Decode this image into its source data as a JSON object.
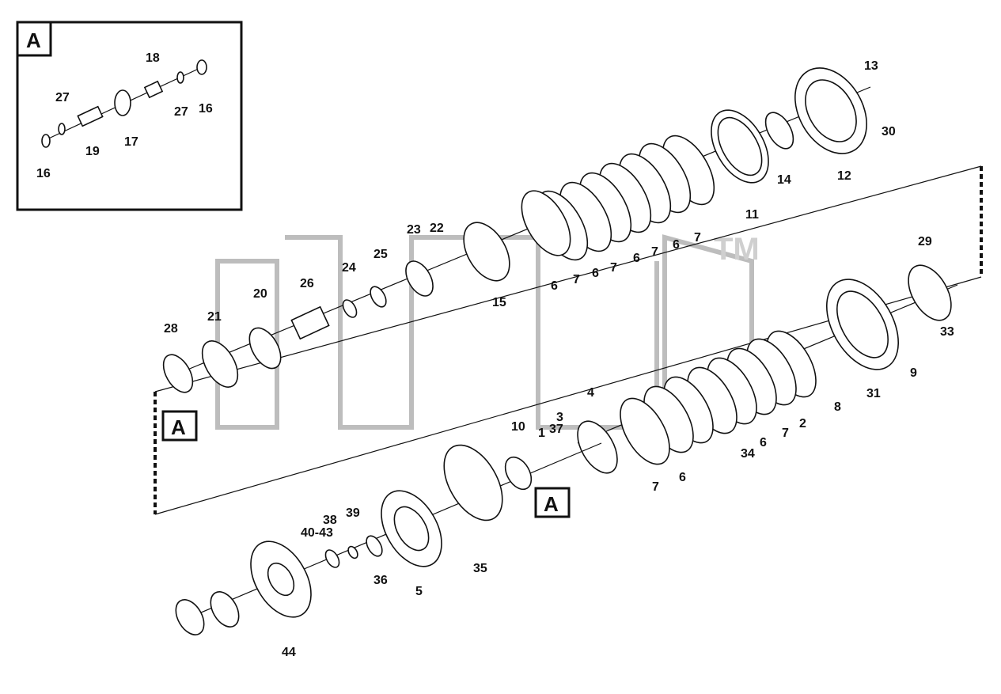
{
  "diagram": {
    "watermark_tm": "TM",
    "detail_box_label": "A",
    "callout_marker": "A",
    "detail_labels": [
      "18",
      "27",
      "27",
      "16",
      "16",
      "19",
      "17"
    ],
    "main_labels": [
      "13",
      "30",
      "12",
      "14",
      "11",
      "29",
      "33",
      "9",
      "31",
      "8",
      "23",
      "22",
      "25",
      "24",
      "26",
      "20",
      "21",
      "28",
      "15",
      "6",
      "7",
      "6",
      "7",
      "6",
      "7",
      "6",
      "7",
      "6",
      "7",
      "6",
      "7",
      "2",
      "34",
      "4",
      "3",
      "37",
      "1",
      "10",
      "5",
      "35",
      "36",
      "39",
      "38",
      "40-43",
      "44"
    ]
  }
}
